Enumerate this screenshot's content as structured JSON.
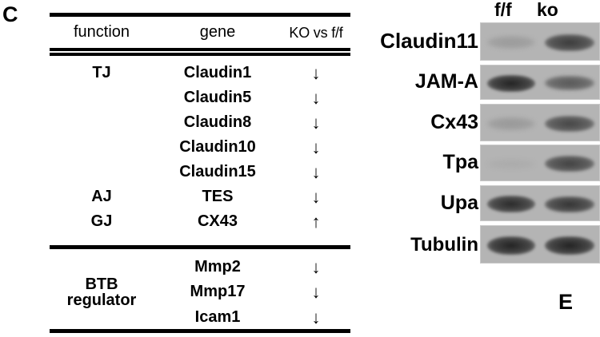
{
  "figure": {
    "panel_c_label": "C",
    "panel_e_label": "E"
  },
  "table": {
    "headers": {
      "function": "function",
      "gene": "gene",
      "comparison": "KO vs f/f"
    },
    "groups": [
      {
        "rows": [
          {
            "function": "TJ",
            "gene": "Claudin1",
            "direction": "↓"
          },
          {
            "function": "",
            "gene": "Claudin5",
            "direction": "↓"
          },
          {
            "function": "",
            "gene": "Claudin8",
            "direction": "↓"
          },
          {
            "function": "",
            "gene": "Claudin10",
            "direction": "↓"
          },
          {
            "function": "",
            "gene": "Claudin15",
            "direction": "↓"
          },
          {
            "function": "AJ",
            "gene": "TES",
            "direction": "↓"
          },
          {
            "function": "GJ",
            "gene": "CX43",
            "direction": "↑"
          }
        ]
      },
      {
        "rows": [
          {
            "function": "",
            "gene": "Mmp2",
            "direction": "↓"
          },
          {
            "function": "BTB\nregulator",
            "gene": "Mmp17",
            "direction": "↓"
          },
          {
            "function": "",
            "gene": "Icam1",
            "direction": "↓"
          }
        ]
      }
    ]
  },
  "blot": {
    "lanes": [
      "f/f",
      "ko"
    ],
    "rows": [
      {
        "label": "Claudin11",
        "ff_intensity": 0.3,
        "ko_intensity": 0.85
      },
      {
        "label": "JAM-A",
        "ff_intensity": 0.95,
        "ko_intensity": 0.72
      },
      {
        "label": "Cx43",
        "ff_intensity": 0.32,
        "ko_intensity": 0.8
      },
      {
        "label": "Tpa",
        "ff_intensity": 0.12,
        "ko_intensity": 0.82
      },
      {
        "label": "Upa",
        "ff_intensity": 0.92,
        "ko_intensity": 0.88
      },
      {
        "label": "Tubulin",
        "ff_intensity": 0.95,
        "ko_intensity": 0.95
      }
    ]
  },
  "colors": {
    "ink": "#000000",
    "background": "#ffffff",
    "blot_membrane": "#b4b4b4"
  }
}
